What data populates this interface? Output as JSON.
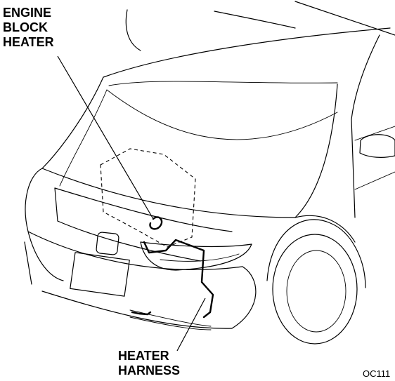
{
  "labels": {
    "engine_block_heater": [
      "ENGINE",
      "BLOCK",
      "HEATER"
    ],
    "heater_harness": [
      "HEATER",
      "HARNESS"
    ]
  },
  "figure_code": "OC111"
}
